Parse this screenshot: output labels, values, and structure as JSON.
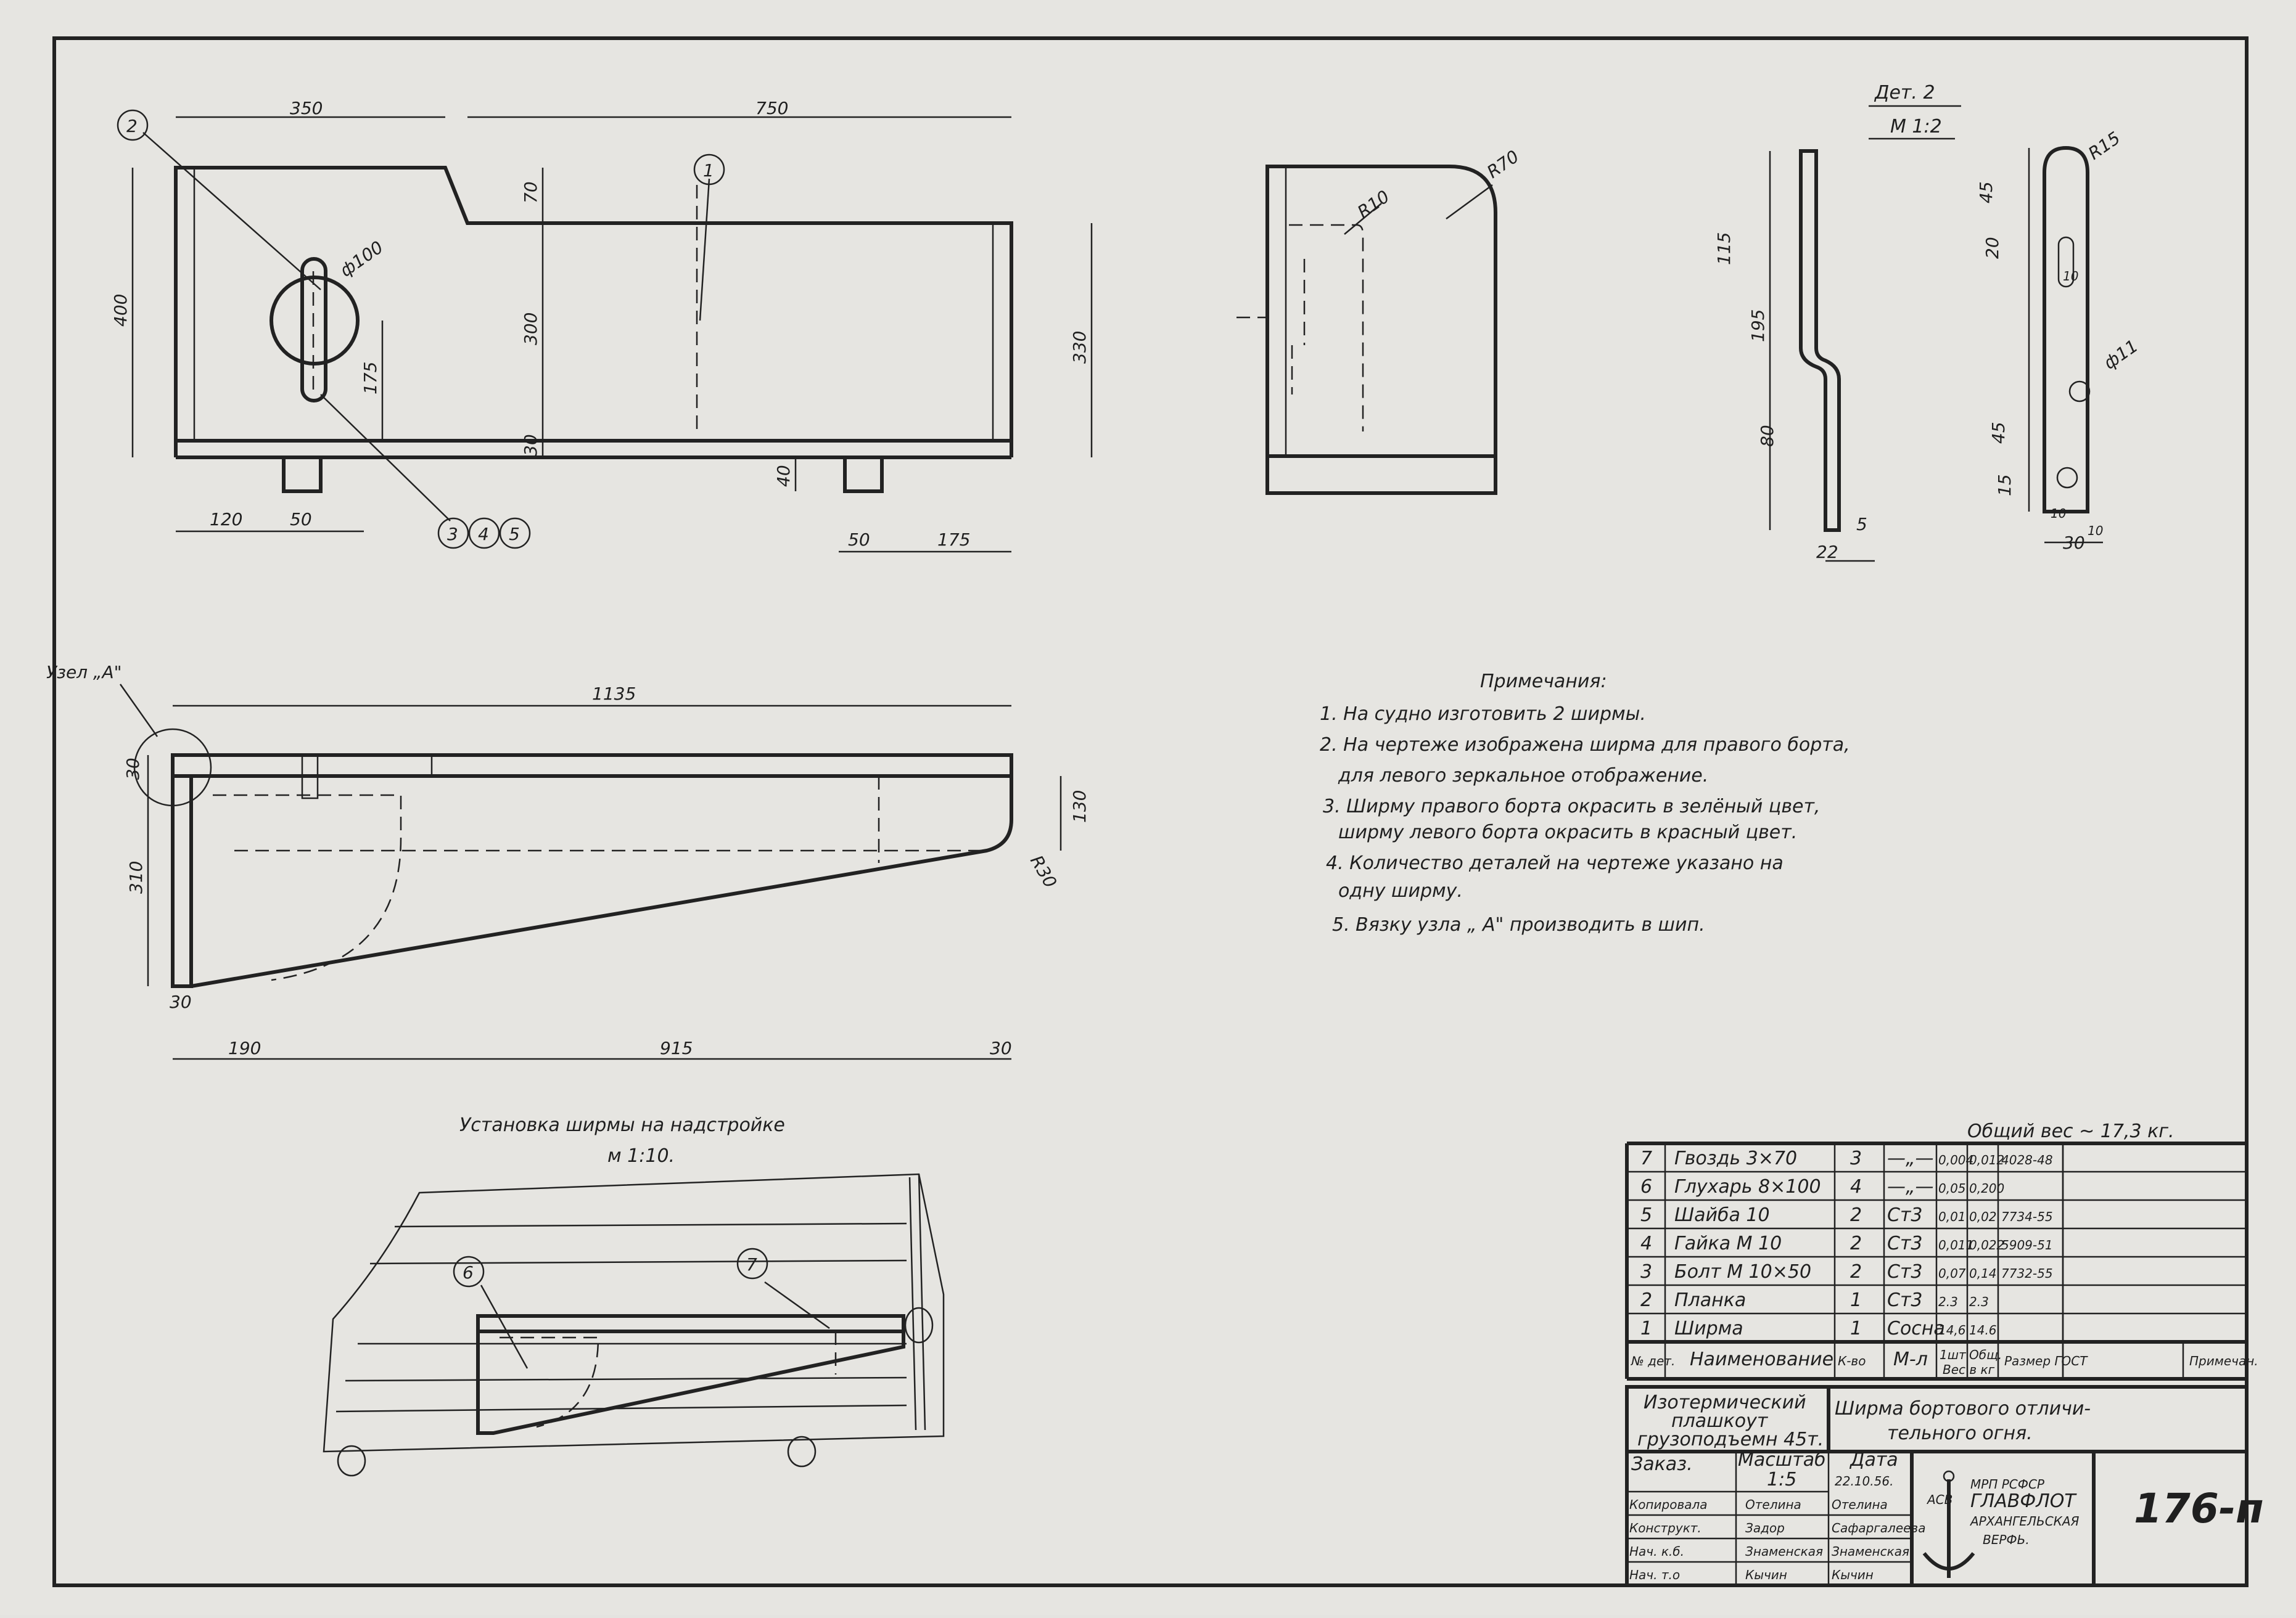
{
  "part_view": {
    "dims": [
      "350",
      "750",
      "400",
      "70",
      "300",
      "330",
      "175",
      "30",
      "40",
      "120",
      "50",
      "50",
      "175"
    ],
    "diameter": "ф100",
    "balloons": [
      "2",
      "1",
      "3",
      "4",
      "5"
    ]
  },
  "det2": {
    "title": "Дет. 2",
    "scale": "М 1:2",
    "dims": [
      "115",
      "195",
      "80",
      "5",
      "22",
      "45",
      "20",
      "45",
      "15",
      "10",
      "10",
      "30",
      "10"
    ],
    "radius": "R15",
    "hole": "ф11"
  },
  "side_view": {
    "r70": "R70",
    "r10": "R10"
  },
  "bottom_view": {
    "node_label": "Узел „А\"",
    "dims": [
      "1135",
      "30",
      "310",
      "130",
      "30",
      "190",
      "915",
      "30"
    ],
    "radius": "R30"
  },
  "notes": {
    "title": "Примечания:",
    "lines": [
      "1. На судно изготовить   2 ширмы.",
      "2. На чертеже изображена ширма  для правого борта,",
      "для левого   зеркальное     отображение.",
      "3. Ширму правого  борта  окрасить  в зелёный цвет,",
      "ширму левого  борта  окрасить  в красный цвет.",
      "4. Количество  деталей  на чертеже  указано  на",
      "одну  ширму.",
      "5. Вязку   узла  „ А\" производить  в шип."
    ]
  },
  "installation": {
    "title": "Установка  ширмы на надстройке",
    "scale": "м 1:10.",
    "balloons": [
      "6",
      "7"
    ]
  },
  "total_weight": "Общий вес ~ 17,3 кг.",
  "parts_table": {
    "rows": [
      {
        "no": "7",
        "name": "Гвоздь  3×70",
        "qty": "3",
        "mat": "—„—",
        "w1": "0,004",
        "w2": "0,012",
        "gost": "4028-48"
      },
      {
        "no": "6",
        "name": "Глухарь  8×100",
        "qty": "4",
        "mat": "—„—",
        "w1": "0,05",
        "w2": "0,200",
        "gost": ""
      },
      {
        "no": "5",
        "name": "Шайба  10",
        "qty": "2",
        "mat": "Ст3",
        "w1": "0,01",
        "w2": "0,02",
        "gost": "7734-55"
      },
      {
        "no": "4",
        "name": "Гайка  М 10",
        "qty": "2",
        "mat": "Ст3",
        "w1": "0,011",
        "w2": "0,022",
        "gost": "5909-51"
      },
      {
        "no": "3",
        "name": "Болт  М 10×50",
        "qty": "2",
        "mat": "Ст3",
        "w1": "0,07",
        "w2": "0,14",
        "gost": "7732-55"
      },
      {
        "no": "2",
        "name": "Планка",
        "qty": "1",
        "mat": "Ст3",
        "w1": "2.3",
        "w2": "2.3",
        "gost": ""
      },
      {
        "no": "1",
        "name": "Ширма",
        "qty": "1",
        "mat": "Сосна",
        "w1": "14,6",
        "w2": "14.6",
        "gost": ""
      }
    ],
    "header": {
      "no": "№ дет.",
      "name": "Наименование",
      "qty": "К-во",
      "mat": "М-л",
      "w1": "1шт",
      "w2": "Общ.",
      "wsub": "Вес в кг",
      "size": "Размер ГОСТ",
      "note": "Примечан."
    }
  },
  "title_block": {
    "vessel_1": "Изотермический",
    "vessel_2": "плашкоут",
    "vessel_3": "грузоподъемн 45т.",
    "name_1": "Ширма бортового отличи-",
    "name_2": "тельного огня.",
    "order_label": "Заказ.",
    "scale_label": "Масштаб",
    "scale_value": "1:5",
    "date_label": "Дата",
    "date_value": "22.10.56.",
    "roles": [
      {
        "role": "Копировала",
        "sign": "Отелина",
        "name": "Отелина"
      },
      {
        "role": "Конструкт.",
        "sign": "Задор",
        "name": "Сафаргалеева"
      },
      {
        "role": "Нач.   к.б.",
        "sign": "Знаменская",
        "name": "Знаменская"
      },
      {
        "role": "Нач.    т.о",
        "sign": "Кычин",
        "name": "Кычин"
      }
    ],
    "org_1": "МРП РСФСР",
    "org_2": "ГЛАВФЛОТ",
    "org_3": "АРХАНГЕЛЬСКАЯ",
    "org_4": "ВЕРФЬ.",
    "logo_text": "АСВ",
    "drawing_number": "176-п"
  }
}
